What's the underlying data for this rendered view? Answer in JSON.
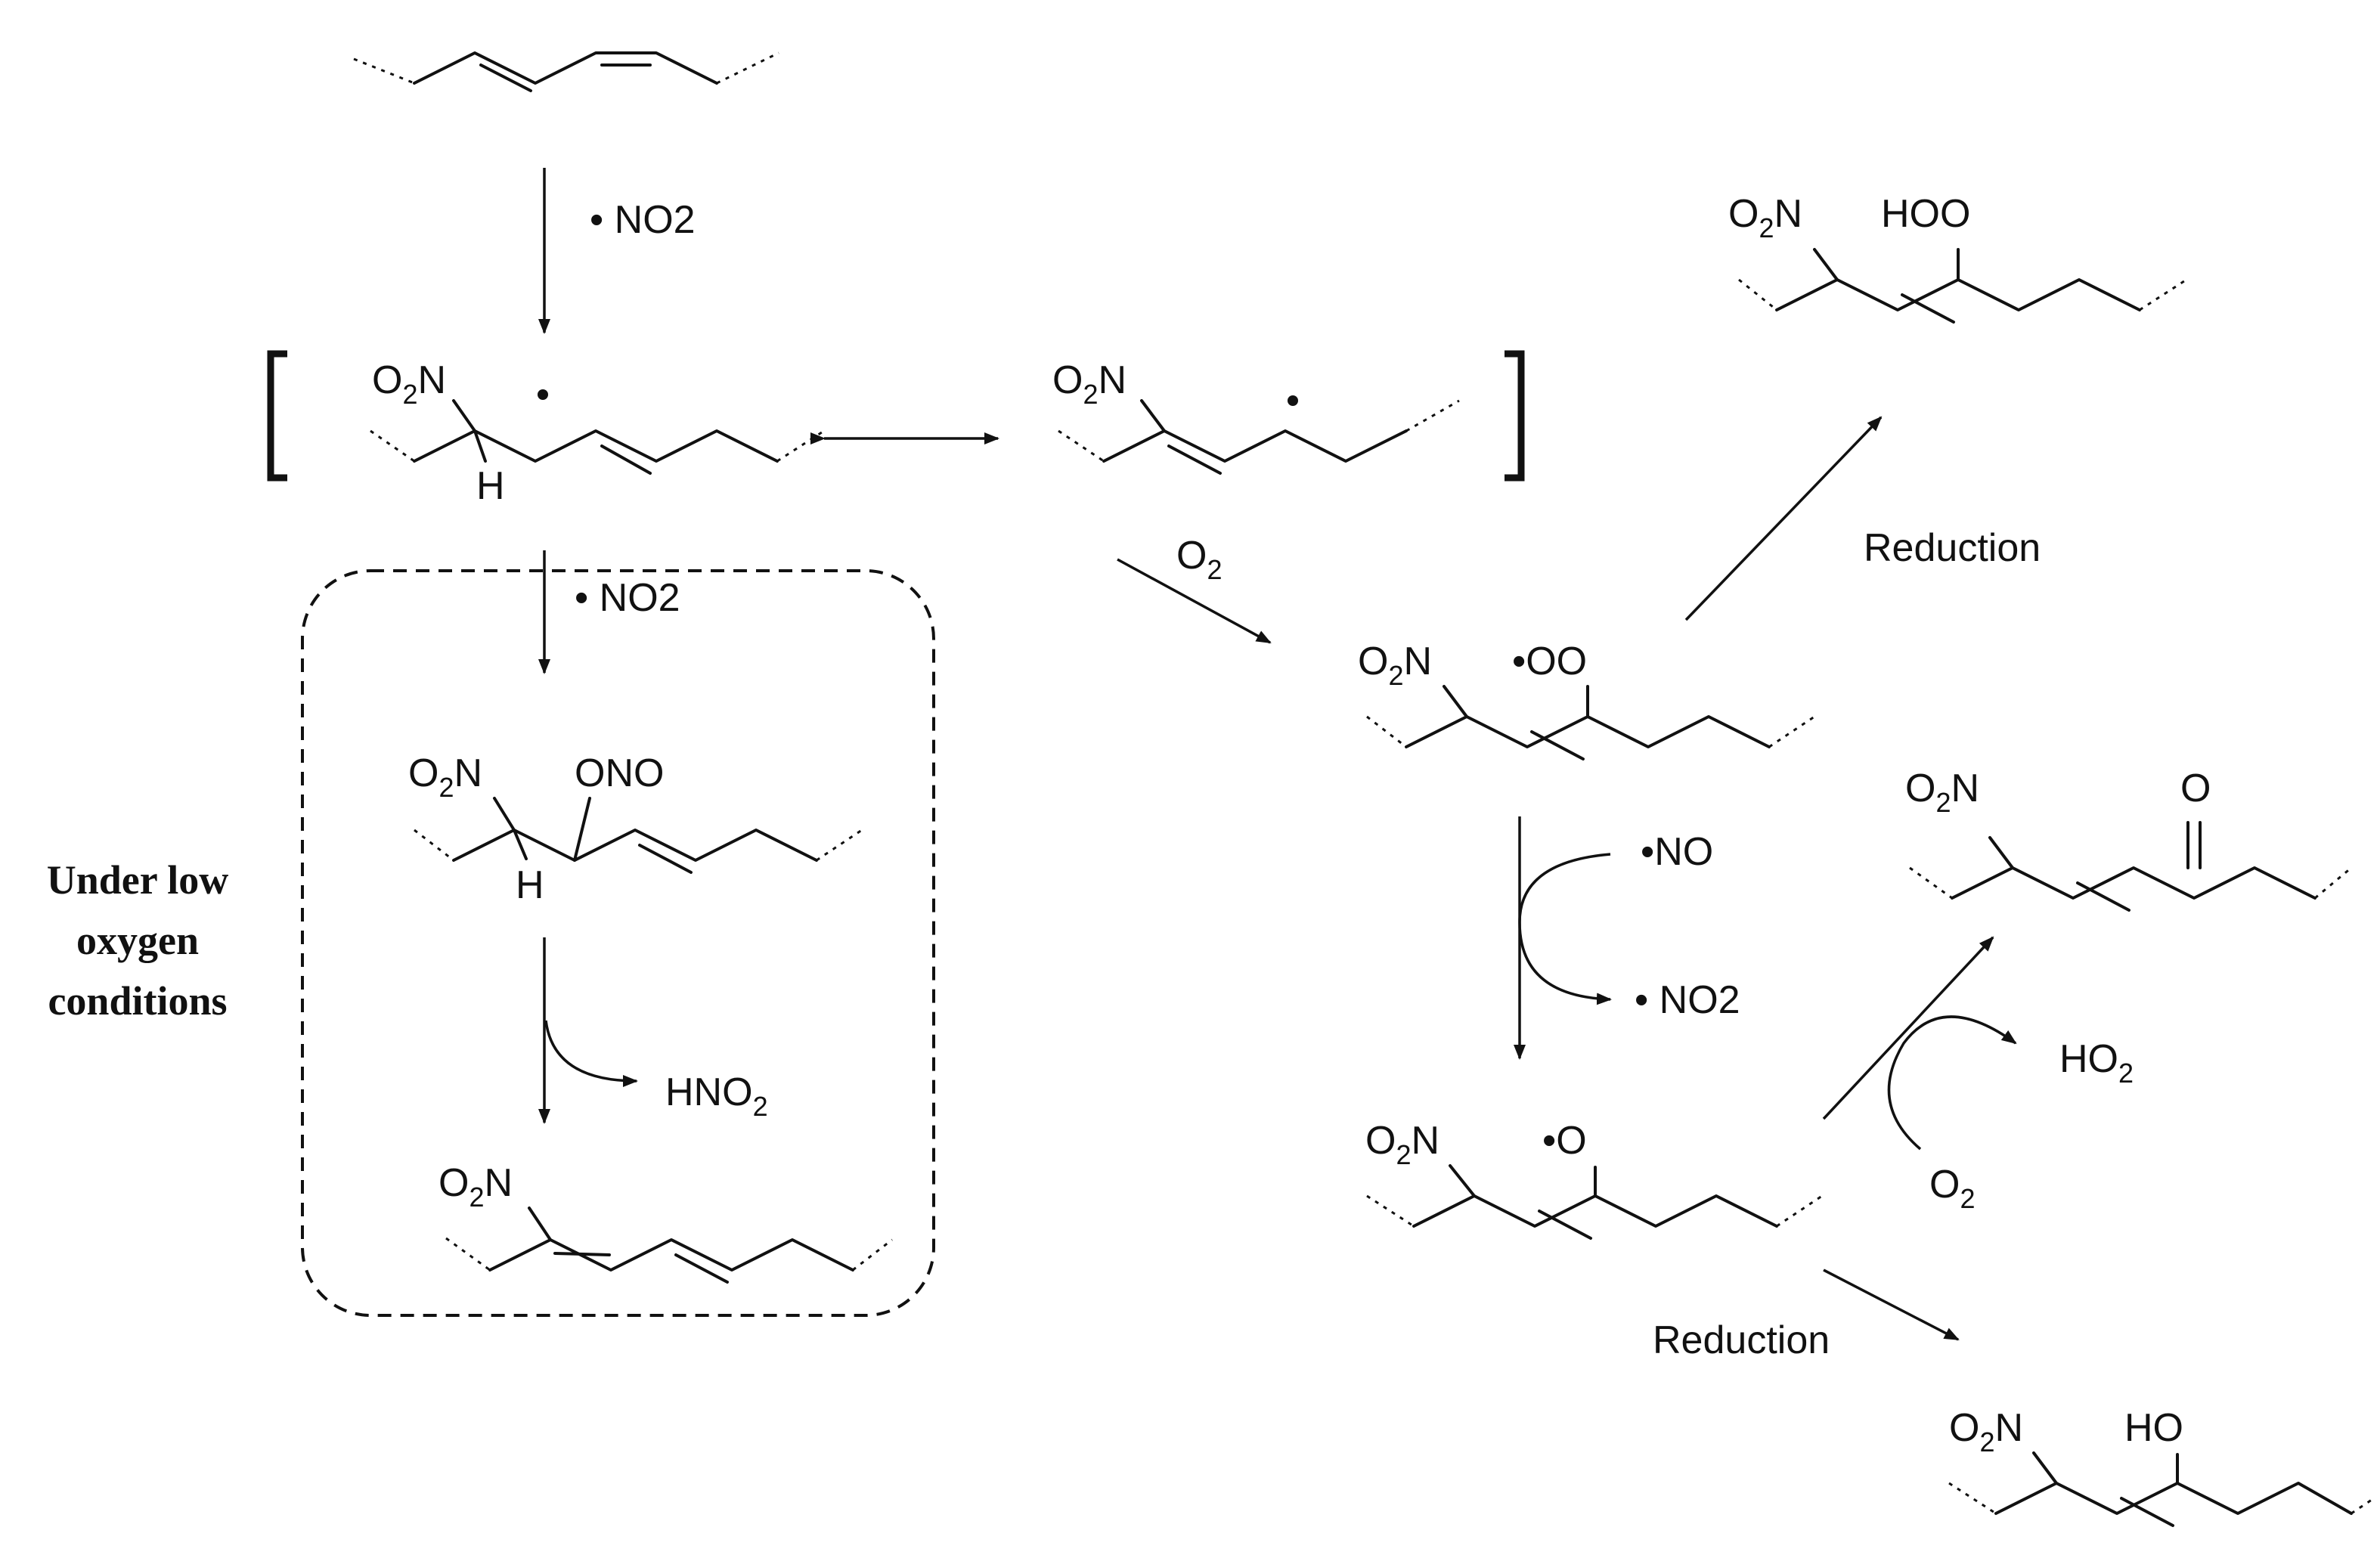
{
  "diagram": {
    "reagents": {
      "no2_radical_1": "• NO2",
      "no2_radical_2": "• NO2",
      "o2_main": "O2",
      "no_radical": "•NO",
      "no2_released": "• NO2",
      "hno2": "HNO2",
      "ho2": "HO2",
      "o2_side": "O2"
    },
    "side_label": [
      "Under low",
      "oxygen",
      "conditions"
    ],
    "reduction_labels": [
      "Reduction",
      "Reduction"
    ],
    "atom_labels": {
      "nitro": "O2N",
      "h": "H",
      "ono": "ONO",
      "peroxyl": "•OO",
      "hydroperoxide": "HOO",
      "alkoxyl": "•O",
      "keto": "O",
      "hydroxyl": "HO",
      "radical_dot": "•"
    },
    "species": [
      "starting-diene",
      "nitroalkyl-radical-a",
      "nitroalkyl-radical-b",
      "nitro-nitrite",
      "nitroalkene-diene",
      "nitro-peroxyl-radical",
      "nitro-hydroperoxide",
      "nitro-alkoxyl-radical",
      "nitro-ketone",
      "nitro-alcohol"
    ]
  }
}
